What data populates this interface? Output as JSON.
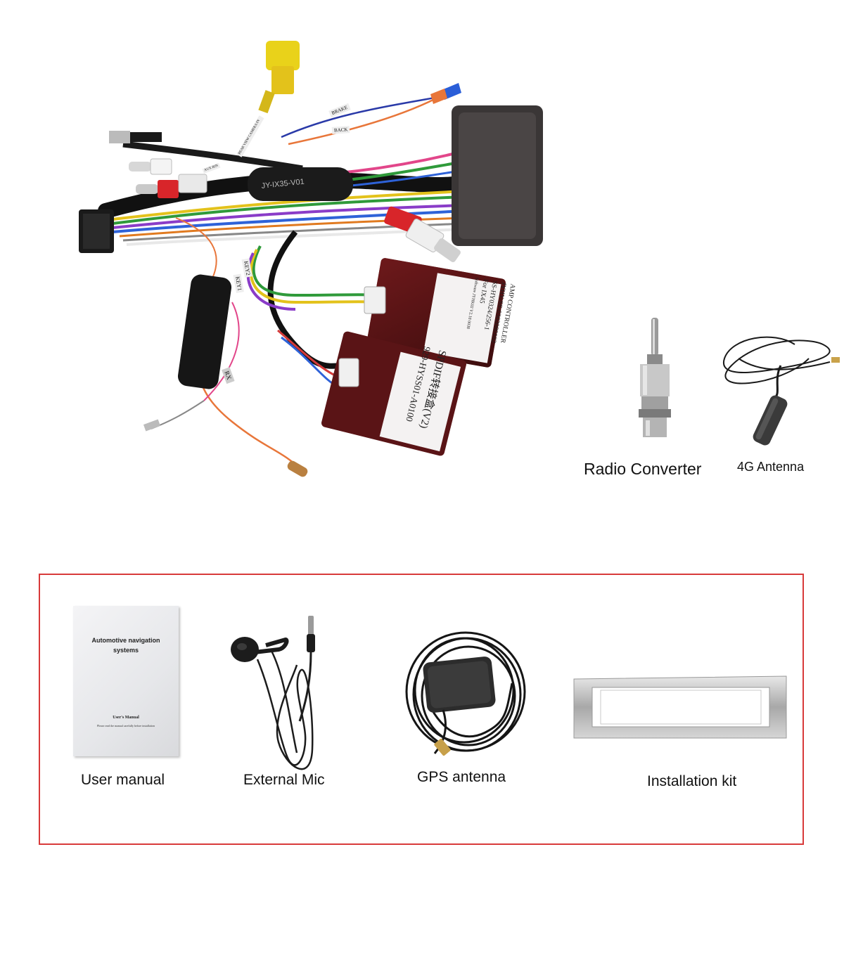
{
  "harness": {
    "module_label": "JY-IX35-V01",
    "amp_box_text": [
      "AMP CONTROLLER",
      "JYHY-SS-0302080102",
      "SS-HY0324/256-1",
      "For IX45",
      "Software JYHK02 V2.18 0038"
    ],
    "spdif_box_text": [
      "SPDIF转接盒(V2)",
      "929-HYSS01-A0100"
    ],
    "wire_tags": [
      "BRAKE",
      "BACK",
      "REAR VIEW CAMERA IN",
      "AUX RIN",
      "KEY1",
      "KEY2",
      "RX"
    ]
  },
  "top_items": [
    {
      "label": "Radio Converter",
      "icon": "radio-converter-icon"
    },
    {
      "label": "4G Antenna",
      "icon": "4g-antenna-icon"
    }
  ],
  "kit": {
    "border_color": "#d83a3a",
    "manual": {
      "title": "Automotive navigation systems",
      "subtitle": "User's Manual",
      "note": "Please read the manual carefully before installation"
    },
    "items": [
      {
        "label": "User manual",
        "icon": "user-manual-icon"
      },
      {
        "label": "External Mic",
        "icon": "microphone-icon"
      },
      {
        "label": "GPS antenna",
        "icon": "gps-antenna-icon"
      },
      {
        "label": "Installation kit",
        "icon": "installation-frame-icon"
      }
    ]
  }
}
